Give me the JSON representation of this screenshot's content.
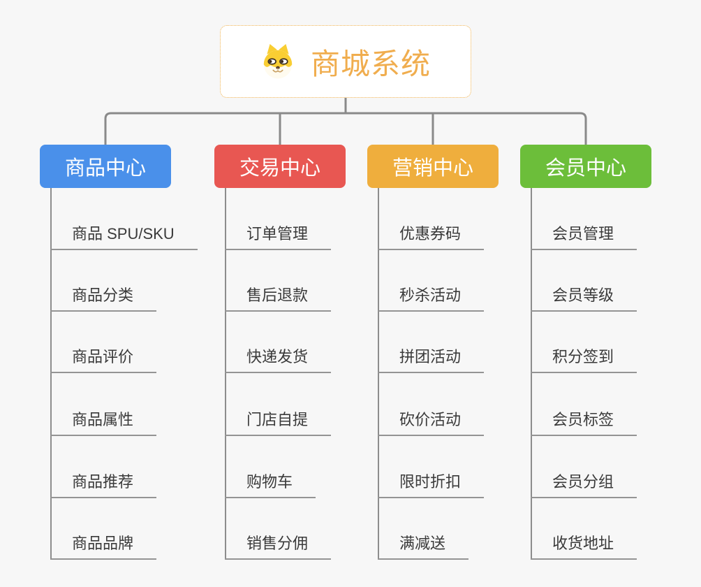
{
  "root": {
    "title": "商城系统",
    "icon": "dog-face-icon",
    "title_color": "#F0AD4E",
    "border_color": "#F0B24F"
  },
  "colors": {
    "background": "#F7F7F7",
    "connector": "#8A8A8A",
    "leaf_underline": "#949494",
    "leaf_text": "#3A3A3A"
  },
  "branches": [
    {
      "label": "商品中心",
      "color": "#4A90EA",
      "children": [
        "商品 SPU/SKU",
        "商品分类",
        "商品评价",
        "商品属性",
        "商品推荐",
        "商品品牌"
      ]
    },
    {
      "label": "交易中心",
      "color": "#E85752",
      "children": [
        "订单管理",
        "售后退款",
        "快递发货",
        "门店自提",
        "购物车",
        "销售分佣"
      ]
    },
    {
      "label": "营销中心",
      "color": "#EFAE3D",
      "children": [
        "优惠券码",
        "秒杀活动",
        "拼团活动",
        "砍价活动",
        "限时折扣",
        "满减送"
      ]
    },
    {
      "label": "会员中心",
      "color": "#6CBE3A",
      "children": [
        "会员管理",
        "会员等级",
        "积分签到",
        "会员标签",
        "会员分组",
        "收货地址"
      ]
    }
  ]
}
